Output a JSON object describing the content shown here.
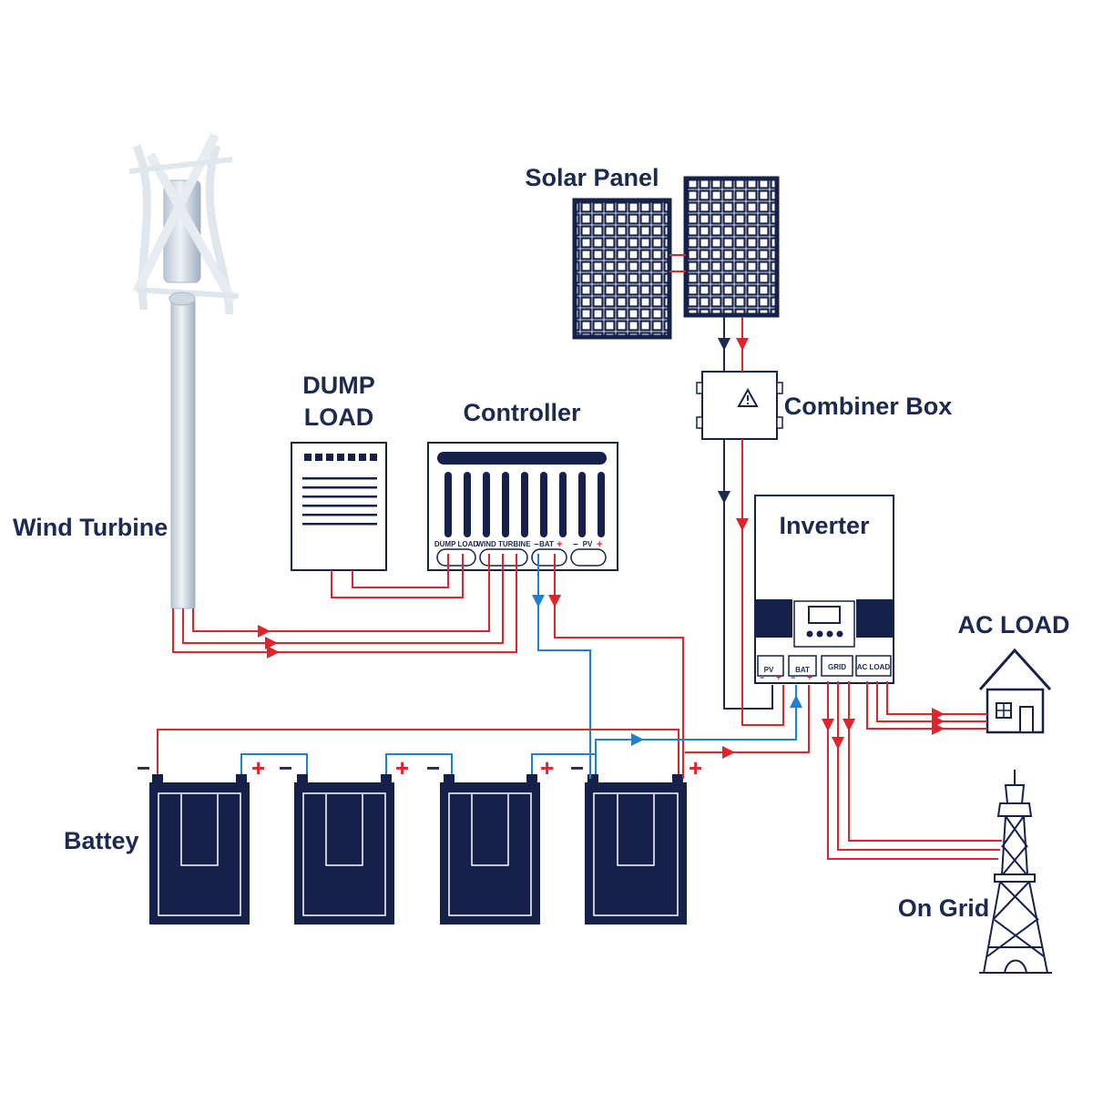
{
  "labels": {
    "wind_turbine": "Wind Turbine",
    "dump_load_line1": "DUMP",
    "dump_load_line2": "LOAD",
    "controller": "Controller",
    "solar_panel": "Solar Panel",
    "combiner_box": "Combiner Box",
    "inverter": "Inverter",
    "ac_load": "AC LOAD",
    "battery": "Battey",
    "on_grid": "On Grid"
  },
  "controller_terminals": {
    "dump_load": "DUMP LOAD",
    "wind_turbine": "WIND TURBINE",
    "bat": "BAT",
    "pv": "PV"
  },
  "inverter_terminals": {
    "pv": "PV",
    "bat": "BAT",
    "grid": "GRID",
    "ac_load": "AC LOAD"
  },
  "signs": {
    "plus": "+",
    "minus": "−"
  },
  "colors": {
    "positive_wire": "#e0242b",
    "negative_wire": "#1f7fd4",
    "dc_wire": "#1b2a4e",
    "device_navy": "#16214a"
  },
  "icons": [
    "wind-turbine-icon",
    "solar-panel-icon",
    "warning-icon",
    "house-icon",
    "transmission-tower-icon",
    "battery-icon"
  ]
}
